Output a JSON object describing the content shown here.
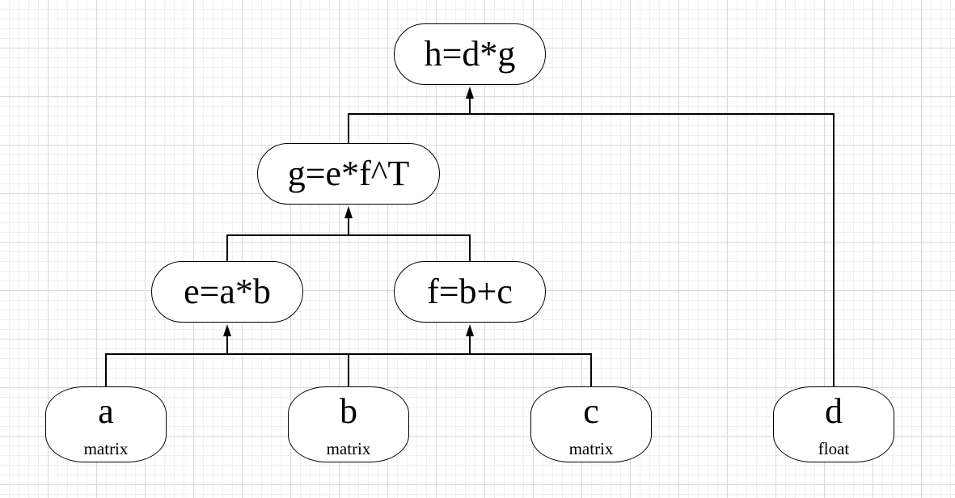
{
  "diagram": {
    "nodes": {
      "h": {
        "label": "h=d*g"
      },
      "g": {
        "label": "g=e*f^T"
      },
      "e": {
        "label": "e=a*b"
      },
      "f": {
        "label": "f=b+c"
      },
      "a": {
        "name": "a",
        "type": "matrix"
      },
      "b": {
        "name": "b",
        "type": "matrix"
      },
      "c": {
        "name": "c",
        "type": "matrix"
      },
      "d": {
        "name": "d",
        "type": "float"
      }
    },
    "edges": [
      {
        "from": [
          "a",
          "b"
        ],
        "to": "e"
      },
      {
        "from": [
          "b",
          "c"
        ],
        "to": "f"
      },
      {
        "from": [
          "e",
          "f"
        ],
        "to": "g"
      },
      {
        "from": [
          "g",
          "d"
        ],
        "to": "h"
      }
    ],
    "colors": {
      "background": "#ffffff",
      "grid_major": "#d9d9d9",
      "grid_minor": "#efefef",
      "stroke": "#000000"
    }
  }
}
